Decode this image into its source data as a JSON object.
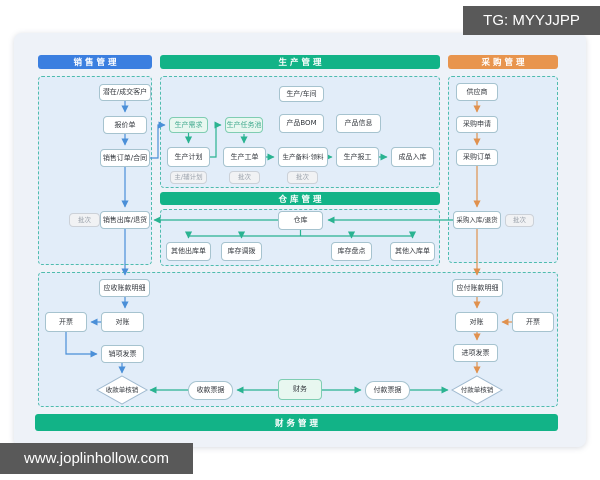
{
  "watermarks": {
    "tg": "TG: MYYJJPP",
    "url": "www.joplinhollow.com"
  },
  "colors": {
    "sales_header": "#3b7fe0",
    "production_header": "#12b387",
    "purchase_header": "#e8954e",
    "sales_flow": "#4a8fd8",
    "production_flow": "#2ab391",
    "purchase_flow": "#e0914e",
    "section_fill": "#e2edf9",
    "section_border": "#4fbcae",
    "card_bg": "#eef2f8",
    "watermark_bg": "#595959"
  },
  "headers": {
    "sales": "销售管理",
    "production": "生产管理",
    "purchase": "采购管理",
    "warehouse": "仓库管理",
    "finance": "财务管理"
  },
  "sales": {
    "customer": "潜在/成交客户",
    "quotation": "报价单",
    "order": "销售订单/合同",
    "batch": "批次",
    "outbound": "销售出库/退货"
  },
  "production": {
    "workshop": "生产/车间",
    "demand": "生产需求",
    "task_pool": "生产任务池",
    "bom": "产品BOM",
    "product_info": "产品信息",
    "plan": "生产计划",
    "work_order": "生产工单",
    "material": "生产备料·领料",
    "report": "生产报工",
    "finished_inbound": "成品入库",
    "main_aux_plan": "主/辅计划",
    "batch1": "批次",
    "batch2": "批次"
  },
  "warehouse": {
    "warehouse": "仓库",
    "other_outbound": "其他出库单",
    "transfer": "库存调拨",
    "stocktake": "库存盘点",
    "other_inbound": "其他入库单"
  },
  "purchase": {
    "supplier": "供应商",
    "request": "采购申请",
    "order": "采购订单",
    "inbound": "采购入库/退货",
    "batch": "批次"
  },
  "finance": {
    "ar_detail": "应收账款明细",
    "ar_invoice": "开票",
    "ar_reconcile": "对账",
    "output_invoice": "销项发票",
    "receipt_writeoff": "收款单核销",
    "receipt_bill": "收款票据",
    "finance_center": "财务",
    "payment_bill": "付款票据",
    "ap_detail": "应付账款明细",
    "ap_reconcile": "对账",
    "ap_invoice": "开票",
    "input_invoice": "进项发票",
    "payment_writeoff": "付款单核销"
  }
}
